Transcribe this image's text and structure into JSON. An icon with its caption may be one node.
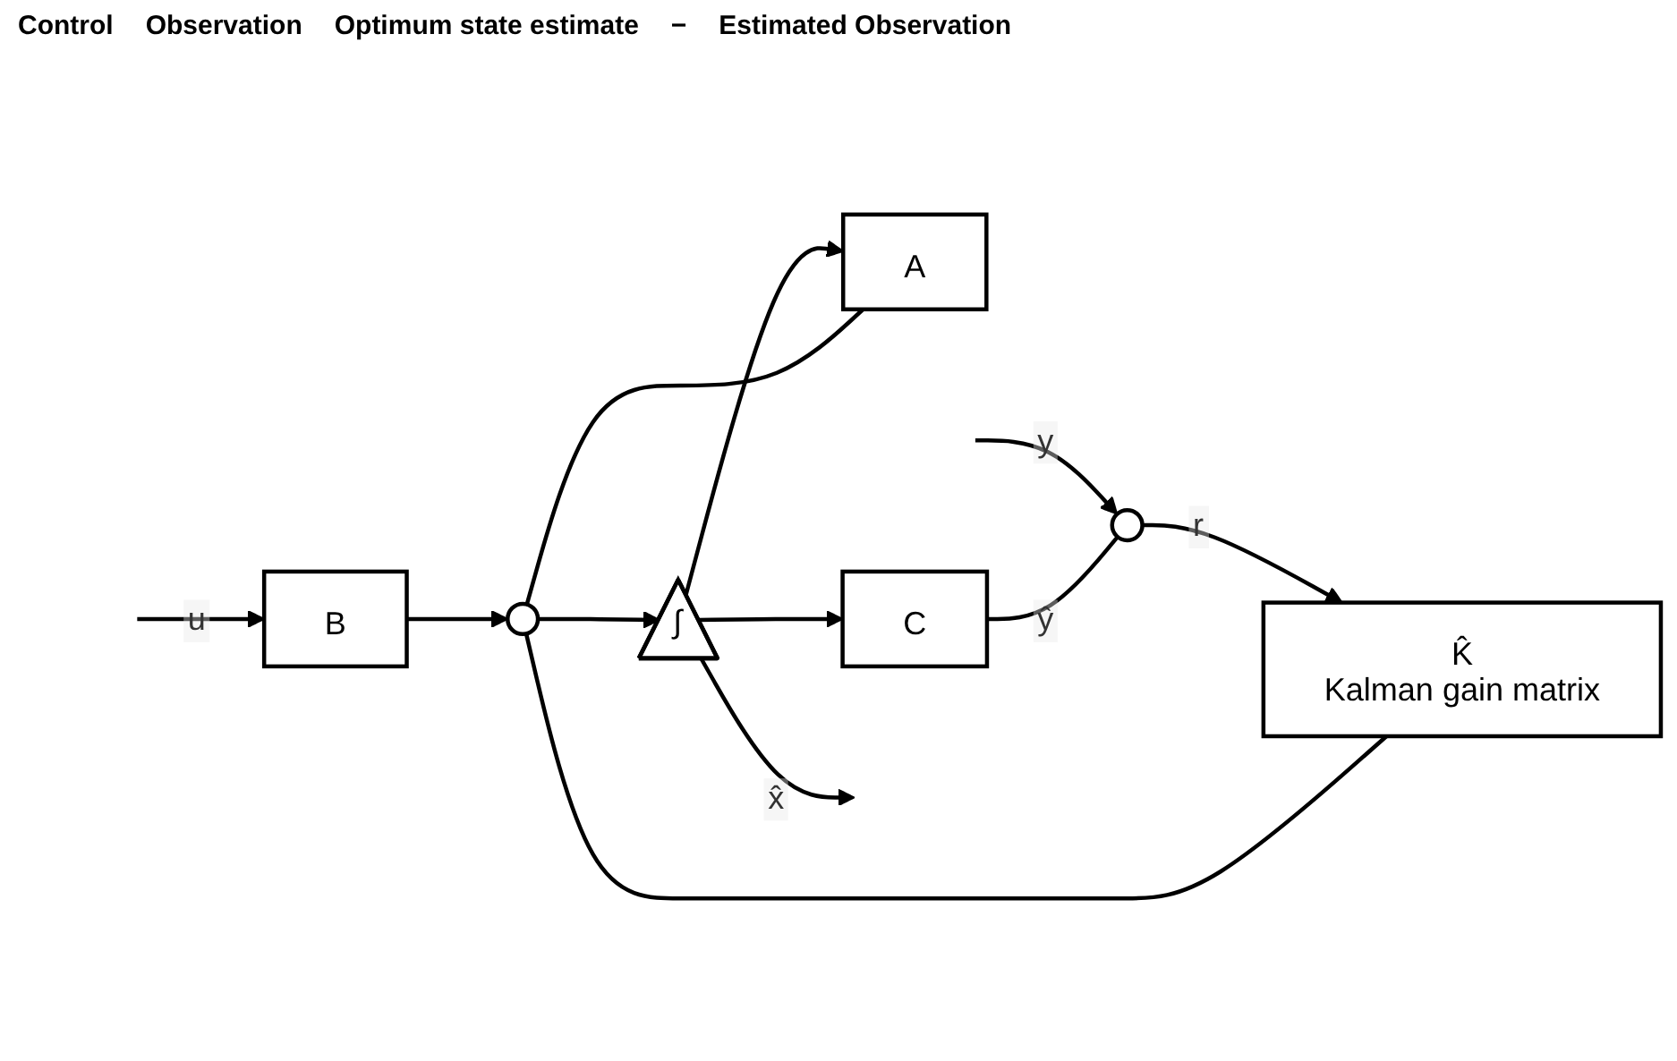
{
  "diagram": {
    "nodes": [
      {
        "text": [
          "B"
        ]
      },
      {
        "text": [],
        "shape": "circle"
      },
      {
        "text": [
          "K̂",
          "Kalman gain matrix"
        ]
      },
      {
        "text": [],
        "shape": "circle"
      },
      {
        "text": [
          "∫"
        ]
      },
      {
        "text": [
          "A"
        ]
      },
      {
        "text": [
          "C"
        ]
      }
    ],
    "edges": [
      {
        "from": null,
        "to": 0,
        "arrow": "to",
        "label": "u"
      },
      {
        "from": null,
        "to": 1,
        "arrow": "to",
        "label": "y"
      },
      {
        "from": 0,
        "to": 3,
        "arrow": "to"
      },
      {
        "from": 1,
        "to": 2,
        "arrow": "to",
        "label": "r"
      },
      {
        "from": 2,
        "to": 3,
        "arrow": "none"
      },
      {
        "from": 3,
        "to": 4,
        "arrow": "to"
      },
      {
        "from": 4,
        "to": null,
        "arrow": "to",
        "label": "x̂"
      },
      {
        "from": 4,
        "to": 5,
        "arrow": "to"
      },
      {
        "from": 5,
        "to": 3,
        "arrow": "none"
      },
      {
        "from": 4,
        "to": 6,
        "arrow": "to"
      },
      {
        "from": 6,
        "to": 1,
        "arrow": "none",
        "label": "ŷ"
      }
    ],
    "labels": [
      "Control",
      "Observation",
      "Optimum state estimate",
      "−",
      "Estimated Observation"
    ]
  }
}
